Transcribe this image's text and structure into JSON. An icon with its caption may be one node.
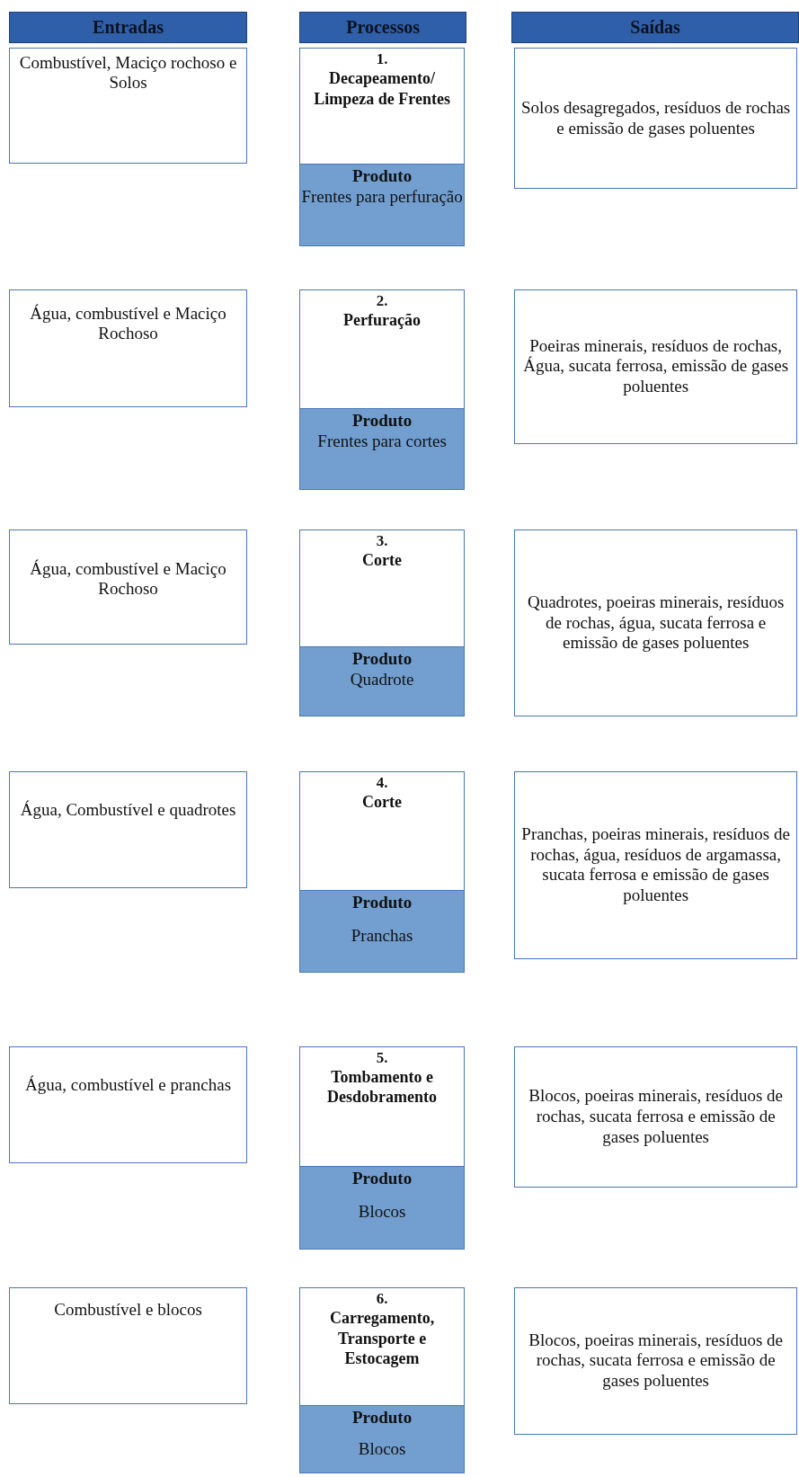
{
  "diagram": {
    "nodes": [
      {
        "text": [
          "Entradas"
        ]
      },
      {
        "text": [
          "Processos"
        ]
      },
      {
        "text": [
          "Saídas"
        ]
      },
      {
        "text": [
          "Combustível, Maciço rochoso e Solos"
        ]
      },
      {
        "text": [
          "1.",
          "Decapeamento/ Limpeza de Frentes"
        ]
      },
      {
        "text": [
          "Produto",
          "Frentes para perfuração"
        ],
        "in": 4
      },
      {
        "text": [
          "Solos desagregados, resíduos de rochas e emissão de gases poluentes"
        ]
      },
      {
        "text": [
          "Água, combustível  e Maciço Rochoso"
        ]
      },
      {
        "text": [
          "2.",
          "Perfuração"
        ]
      },
      {
        "text": [
          "Produto",
          "Frentes para cortes"
        ],
        "in": 8
      },
      {
        "text": [
          "Poeiras minerais, resíduos de rochas, Água, sucata ferrosa, emissão de gases poluentes"
        ]
      },
      {
        "text": [
          "Água, combustível e Maciço Rochoso"
        ]
      },
      {
        "text": [
          "3.",
          "Corte"
        ]
      },
      {
        "text": [
          "Produto",
          "Quadrote"
        ],
        "in": 12
      },
      {
        "text": [
          "Quadrotes, poeiras minerais, resíduos de rochas, água, sucata ferrosa e emissão de gases poluentes"
        ]
      },
      {
        "text": [
          "Água, Combustível e quadrotes"
        ]
      },
      {
        "text": [
          "4.",
          "Corte"
        ]
      },
      {
        "text": [
          "Produto",
          "Pranchas"
        ],
        "in": 16
      },
      {
        "text": [
          "Pranchas, poeiras minerais, resíduos de rochas, água, resíduos de argamassa, sucata ferrosa e emissão de gases poluentes"
        ]
      },
      {
        "text": [
          "Água, combustível e pranchas"
        ]
      },
      {
        "text": [
          "5.",
          "Tombamento e Desdobramento"
        ]
      },
      {
        "text": [
          "Produto",
          "Blocos"
        ],
        "in": 20
      },
      {
        "text": [
          "Blocos, poeiras minerais, resíduos de rochas, sucata ferrosa e emissão de gases poluentes"
        ]
      },
      {
        "text": [
          "Combustível e blocos"
        ]
      },
      {
        "text": [
          "6.",
          "Carregamento, Transporte e Estocagem"
        ]
      },
      {
        "text": [
          "Produto",
          "Blocos"
        ],
        "in": 24
      },
      {
        "text": [
          "Blocos, poeiras minerais, resíduos de rochas, sucata ferrosa e emissão de gases poluentes"
        ]
      }
    ]
  }
}
